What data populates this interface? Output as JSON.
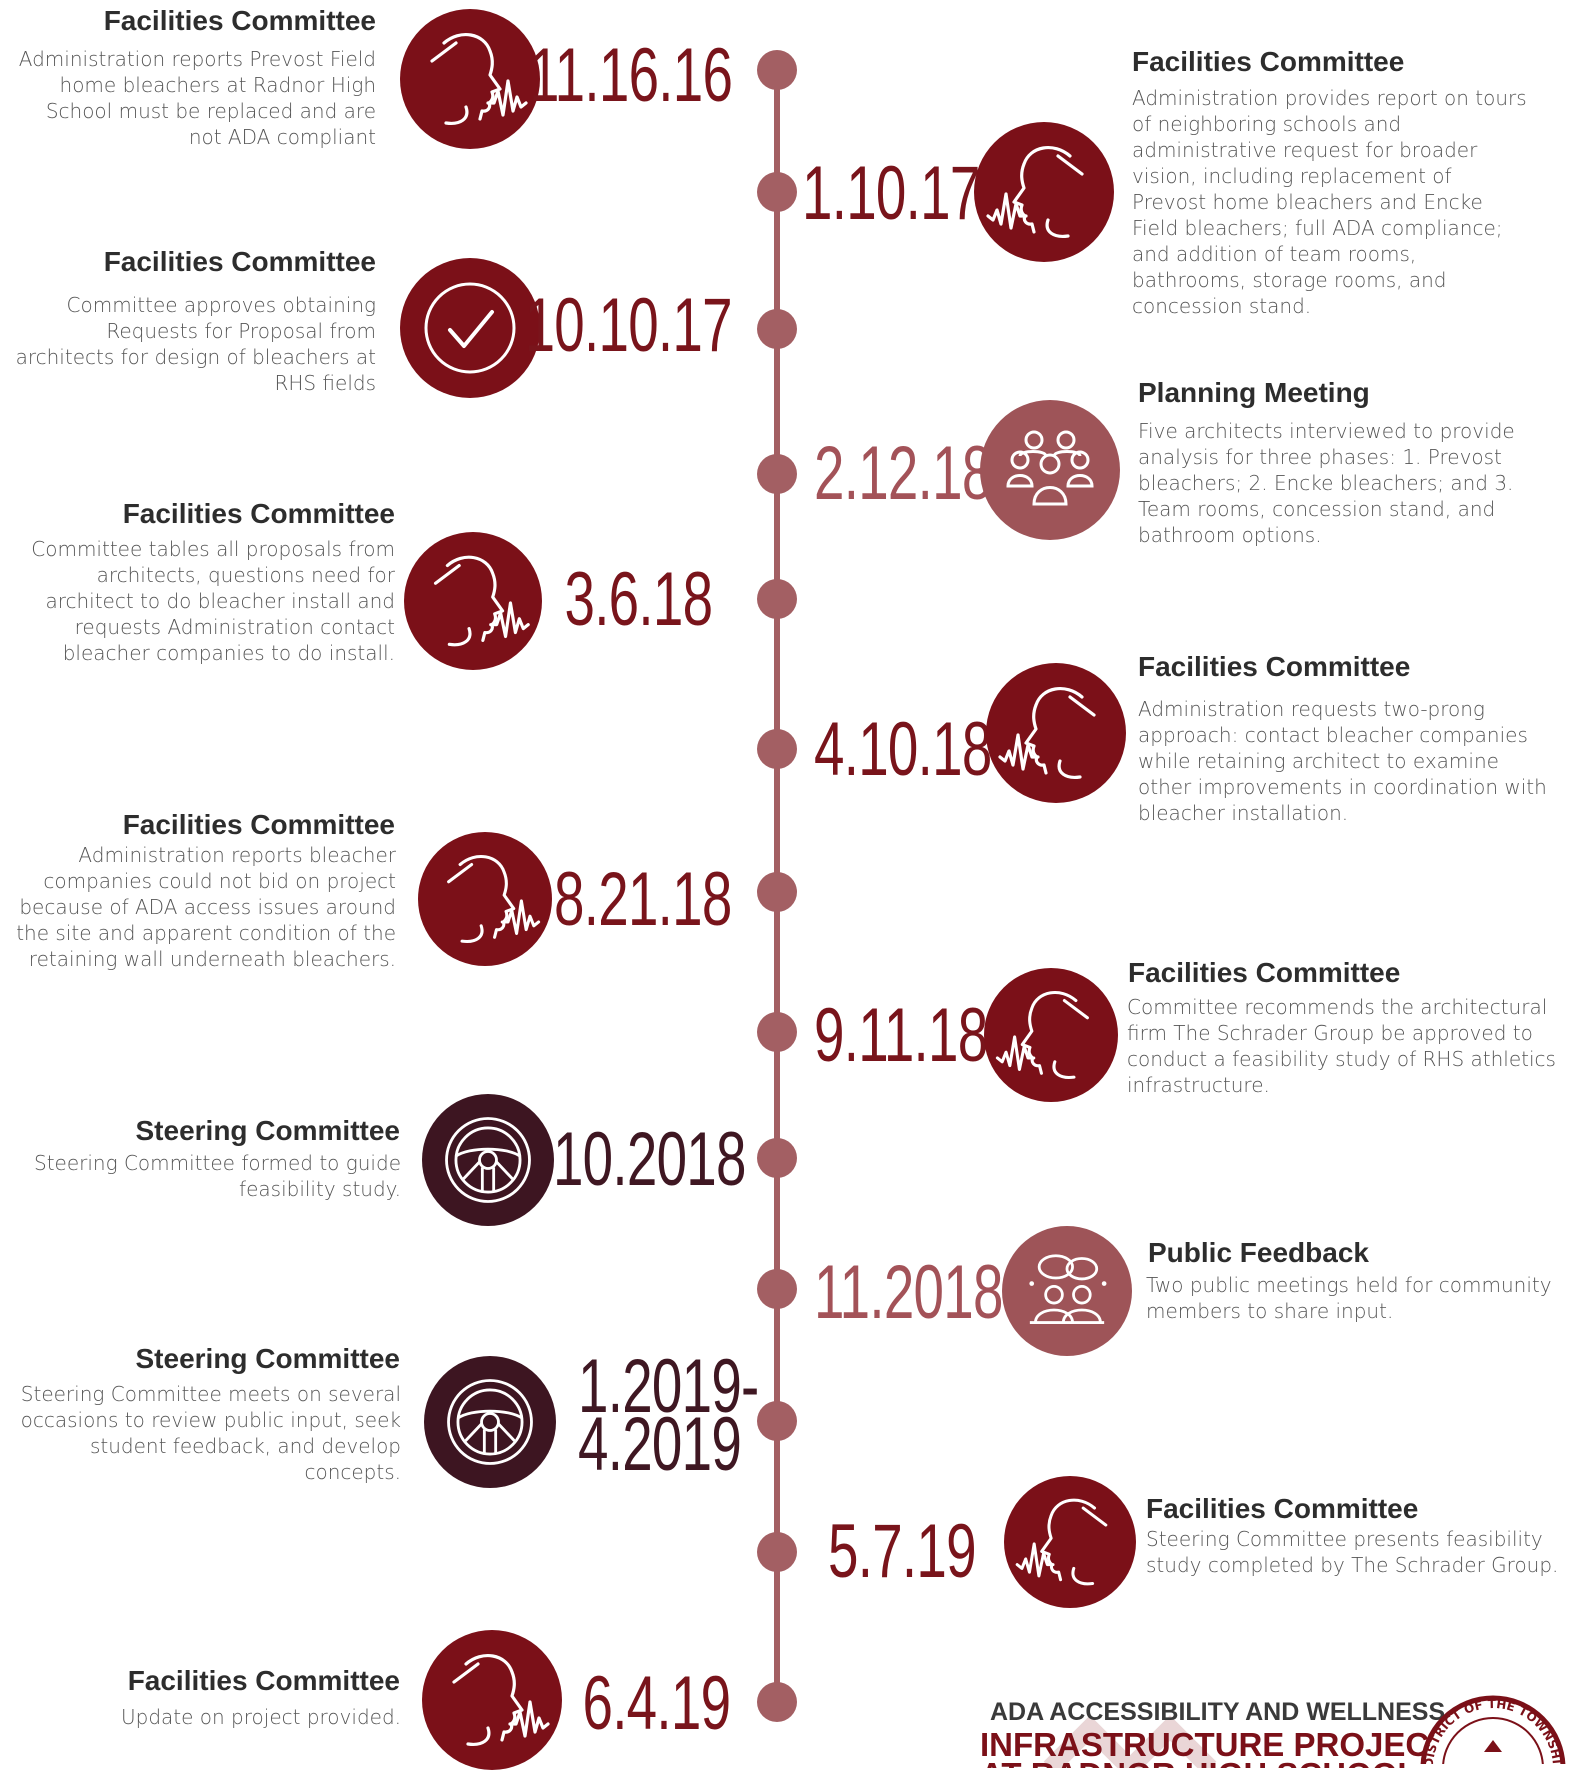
{
  "events": [
    {
      "date": "11.16.16",
      "title": "Facilities Committee",
      "description": "Administration reports Prevost Field home bleachers at Radnor High School must be replaced and are not ADA compliant",
      "icon": "speaking-head-icon"
    },
    {
      "date": "1.10.17",
      "title": "Facilities Committee",
      "description": "Administration provides report on tours of neighboring schools and administrative request for broader vision, including replacement of Prevost home bleachers and Encke Field bleachers; full ADA compliance; and addition of team rooms, bathrooms, storage rooms, and concession stand.",
      "icon": "speaking-head-icon"
    },
    {
      "date": "10.10.17",
      "title": "Facilities  Committee",
      "description": "Committee approves obtaining Requests  for Proposal from architects for design of bleachers at RHS fields",
      "icon": "checkmark-icon"
    },
    {
      "date": "2.12.18",
      "title": "Planning Meeting",
      "description": "Five architects interviewed to provide analysis for three phases: 1. Prevost bleachers; 2. Encke bleachers; and 3. Team rooms, concession stand, and bathroom options.",
      "icon": "group-icon"
    },
    {
      "date": "3.6.18",
      "title": "Facilities Committee",
      "description": "Committee tables all proposals from architects, questions need for architect to do bleacher install and requests Administration contact bleacher companies to do install.",
      "icon": "speaking-head-icon"
    },
    {
      "date": "4.10.18",
      "title": "Facilities Committee",
      "description": "Administration requests two-prong approach: contact bleacher companies while retaining architect to examine other improvements in coordination with bleacher installation.",
      "icon": "speaking-head-icon"
    },
    {
      "date": "8.21.18",
      "title": "Facilities Committee",
      "description": "Administration reports bleacher companies could not bid on project because of ADA access issues around the site and apparent condition of the retaining wall underneath bleachers.",
      "icon": "speaking-head-icon"
    },
    {
      "date": "9.11.18",
      "title": "Facilities Committee",
      "description": "Committee recommends the architectural firm The Schrader Group be approved to conduct a feasibility study of RHS athletics infrastructure.",
      "icon": "speaking-head-icon"
    },
    {
      "date": "10.2018",
      "title": "Steering Committee",
      "description": "Steering Committee formed to guide feasibility study.",
      "icon": "steering-wheel-icon"
    },
    {
      "date": "11.2018",
      "title": "Public Feedback",
      "description": "Two public meetings held for community members to share input.",
      "icon": "discussion-icon"
    },
    {
      "date": "1.2019-\n4.2019",
      "title": "Steering Committee",
      "description": "Steering Committee meets on several occasions to review public input, seek student feedback, and develop concepts.",
      "icon": "steering-wheel-icon"
    },
    {
      "date": "5.7.19",
      "title": "Facilities Committee",
      "description": "Steering Committee presents feasibility study completed by The Schrader Group.",
      "icon": "speaking-head-icon"
    },
    {
      "date": "6.4.19",
      "title": "Facilities Committee",
      "description": "Update on project provided.",
      "icon": "speaking-head-icon"
    }
  ],
  "footer": {
    "line1": "ADA ACCESSIBILITY AND WELLNESS",
    "line2": "INFRASTRUCTURE PROJECT",
    "line3": "AT RADNOR HIGH SCHOOL",
    "seal_text": "DISTRICT OF THE TOWNSHIP OF RADNOR"
  },
  "colors": {
    "timeline": "#a35f63",
    "dark_red": "#7b1018",
    "rose": "#9e5458",
    "plum": "#3d1521"
  }
}
